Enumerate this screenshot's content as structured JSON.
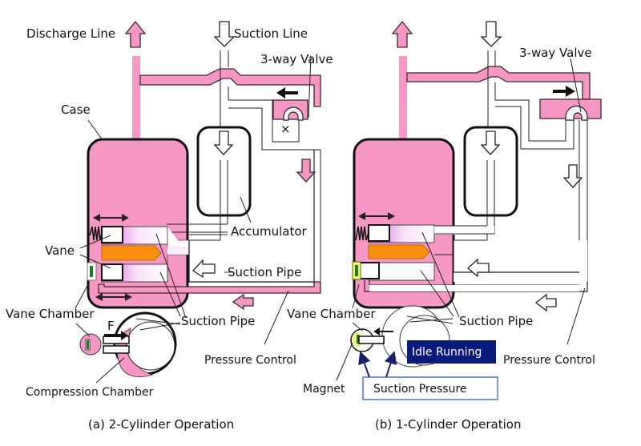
{
  "colors": {
    "refrigerant_high": "#f797c6",
    "vane_fill": "#ffffff",
    "shaft_orange": "#f7900f",
    "magnet_green": "#1f7a2a",
    "magnet_yellow": "#f2f27a",
    "idle_box": "#0a1a7a",
    "suction_pressure_border": "#4a78c8",
    "arrow_navy": "#17206e"
  },
  "panel_a": {
    "caption": "(a) 2-Cylinder Operation",
    "labels": {
      "discharge_line": "Discharge Line",
      "suction_line": "Suction Line",
      "three_way_valve": "3-way Valve",
      "case": "Case",
      "accumulator": "Accumulator",
      "vane": "Vane",
      "suction_pipe_1": "Suction Pipe",
      "suction_pipe_2": "Suction Pipe",
      "vane_chamber": "Vane Chamber",
      "force": "F",
      "pressure_control": "Pressure Control",
      "compression_chamber": "Compression Chamber",
      "valve_closed_mark": "×"
    }
  },
  "panel_b": {
    "caption": "(b) 1-Cylinder Operation",
    "labels": {
      "three_way_valve": "3-way Valve",
      "vane_chamber": "Vane Chamber",
      "suction_pipe": "Suction Pipe",
      "idle_running": "Idle Running",
      "pressure_control": "Pressure Control",
      "magnet": "Magnet",
      "suction_pressure": "Suction Pressure"
    }
  }
}
